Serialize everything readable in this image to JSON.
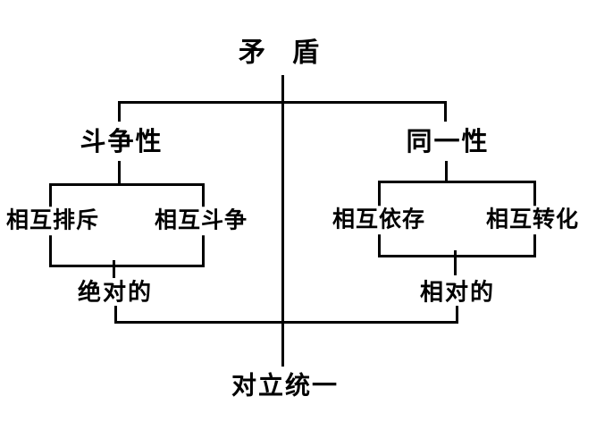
{
  "diagram": {
    "title": "矛盾",
    "bottom_label": "对立统一",
    "left_branch": {
      "label": "斗争性",
      "items": [
        "相互排斥",
        "相互斗争"
      ],
      "nature": "绝对的"
    },
    "right_branch": {
      "label": "同一性",
      "items": [
        "相互依存",
        "相互转化"
      ],
      "nature": "相对的"
    },
    "colors": {
      "background": "#ffffff",
      "line": "#000000",
      "text": "#000000"
    }
  }
}
